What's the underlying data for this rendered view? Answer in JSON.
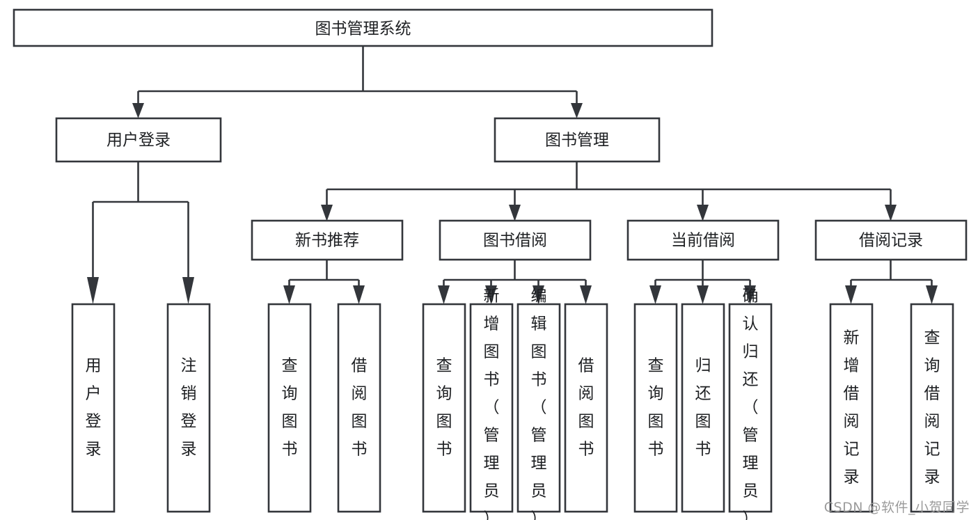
{
  "diagram": {
    "type": "tree",
    "title": "图书管理系统",
    "orientation": "top-down",
    "colors": {
      "stroke": "#33363b",
      "node_fill": "#ffffff",
      "text": "#1d1f22",
      "background": "#ffffff",
      "watermark": "#9b9b9b"
    },
    "root": {
      "label": "图书管理系统"
    },
    "level2": [
      {
        "label": "用户登录"
      },
      {
        "label": "图书管理"
      }
    ],
    "level3": [
      {
        "label": "新书推荐"
      },
      {
        "label": "图书借阅"
      },
      {
        "label": "当前借阅"
      },
      {
        "label": "借阅记录"
      }
    ],
    "leaves": {
      "user_login": [
        {
          "label": "用户登录"
        },
        {
          "label": "注销登录"
        }
      ],
      "new_book_recommend": [
        {
          "label": "查询图书"
        },
        {
          "label": "借阅图书"
        }
      ],
      "book_borrow": [
        {
          "label": "查询图书"
        },
        {
          "label": "新增图书（管理员）"
        },
        {
          "label": "编辑图书（管理员）"
        },
        {
          "label": "借阅图书"
        }
      ],
      "current_borrow": [
        {
          "label": "查询图书"
        },
        {
          "label": "归还图书"
        },
        {
          "label": "确认归还（管理员）"
        }
      ],
      "borrow_record": [
        {
          "label": "新增借阅记录"
        },
        {
          "label": "查询借阅记录"
        }
      ]
    }
  },
  "watermark": {
    "text": "CSDN @软件_小贺同学"
  }
}
